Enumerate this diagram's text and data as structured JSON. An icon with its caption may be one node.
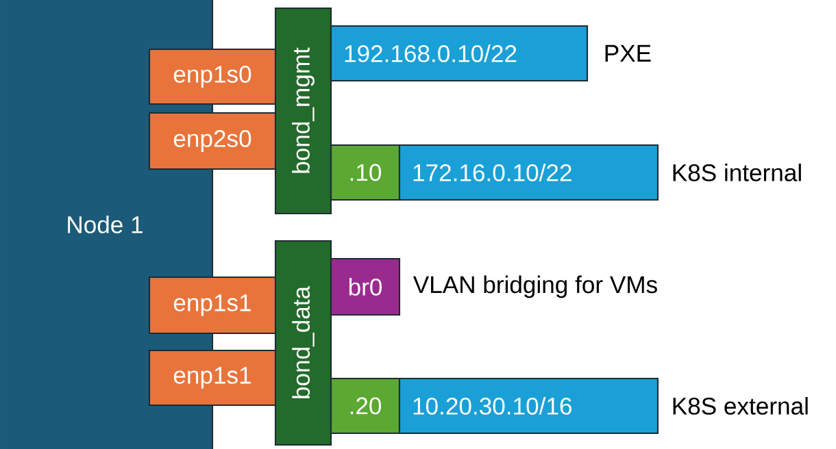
{
  "diagram": {
    "nodes": [
      {
        "text": [
          "Node 1"
        ]
      },
      {
        "text": [
          "enp1s0"
        ]
      },
      {
        "text": [
          "enp2s0"
        ]
      },
      {
        "text": [
          "enp1s1"
        ]
      },
      {
        "text": [
          "enp1s1"
        ]
      },
      {
        "text": [
          "bond_mgmt"
        ]
      },
      {
        "text": [
          "bond_data"
        ]
      },
      {
        "text": [
          "192.168.0.10/22"
        ],
        "beside": [
          "PXE"
        ]
      },
      {
        "text": [
          ".10"
        ]
      },
      {
        "text": [
          "172.16.0.10/22"
        ],
        "beside": [
          "K8S internal"
        ]
      },
      {
        "text": [
          "br0"
        ],
        "beside": [
          "VLAN bridging for VMs"
        ]
      },
      {
        "text": [
          ".20"
        ]
      },
      {
        "text": [
          "10.20.30.10/16"
        ],
        "beside": [
          "K8S external"
        ]
      }
    ]
  }
}
